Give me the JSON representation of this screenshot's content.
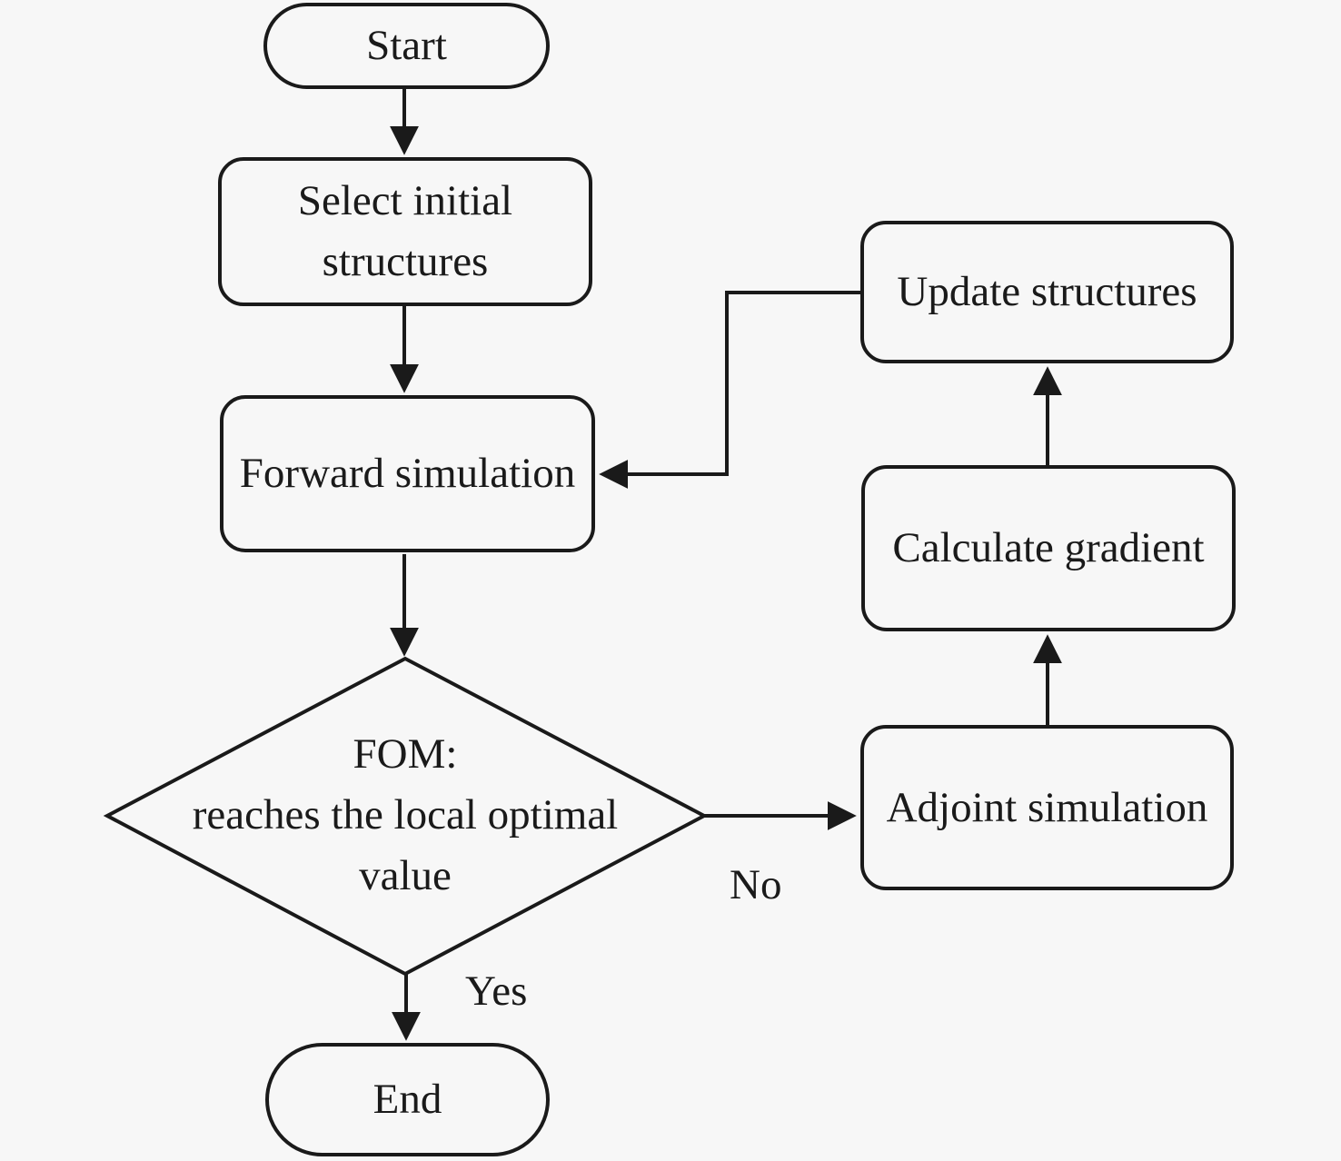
{
  "diagram": {
    "colors": {
      "ink": "#1a1a1a",
      "background": "#f7f7f7"
    },
    "nodes": {
      "start": {
        "label": "Start",
        "type": "terminator"
      },
      "select": {
        "label": "Select initial structures",
        "type": "process"
      },
      "forward": {
        "label": "Forward simulation",
        "type": "process"
      },
      "decision": {
        "lines": [
          "FOM:",
          "reaches the local optimal",
          "value"
        ],
        "type": "decision"
      },
      "end": {
        "label": "End",
        "type": "terminator"
      },
      "update": {
        "label": "Update structures",
        "type": "process"
      },
      "calculate": {
        "label": "Calculate gradient",
        "type": "process"
      },
      "adjoint": {
        "label": "Adjoint simulation",
        "type": "process"
      }
    },
    "edge_labels": {
      "yes": "Yes",
      "no": "No"
    }
  }
}
